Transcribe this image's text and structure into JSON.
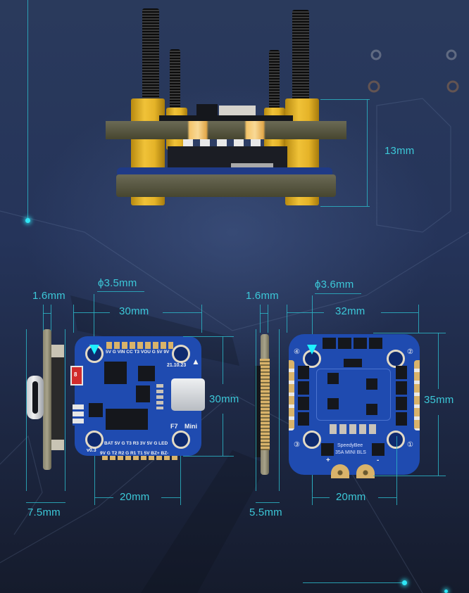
{
  "stack_view": {
    "height_label": "13mm"
  },
  "flight_controller": {
    "side_thickness_label": "1.6mm",
    "side_depth_label": "7.5mm",
    "hole_diameter_label": "ϕ3.5mm",
    "width_label": "30mm",
    "height_label": "30mm",
    "mount_spacing_label": "20mm",
    "board": {
      "top_pad_labels": "5V G VIN CC T3 VOU G 5V 9V",
      "date_code": "21.10.23",
      "model_label": "F7",
      "variant_label": "Mini",
      "version_label": "v0.3",
      "bottom_pad_labels_row1": "BAT 5V G T3 R3 3V 5V G LED",
      "bottom_pad_labels_row2": "9V G T2 R2 G R1 T1 5V BZ+ BZ-",
      "led_marker": "8"
    }
  },
  "esc": {
    "side_thickness_label": "1.6mm",
    "side_depth_label": "5.5mm",
    "hole_diameter_label": "ϕ3.6mm",
    "width_label": "32mm",
    "height_label": "35mm",
    "mount_spacing_label": "20mm",
    "board": {
      "brand_label": "SpeedyBee",
      "model_label": "35A MINI BLS",
      "corner_numbers": [
        "④",
        "②",
        "③",
        "①"
      ],
      "plus_label": "+",
      "minus_label": "-"
    }
  },
  "colors": {
    "accent": "#3cc8d8",
    "pcb_blue": "#1f4bb0",
    "background": "#25345a",
    "standoff_yellow": "#e5b328"
  }
}
